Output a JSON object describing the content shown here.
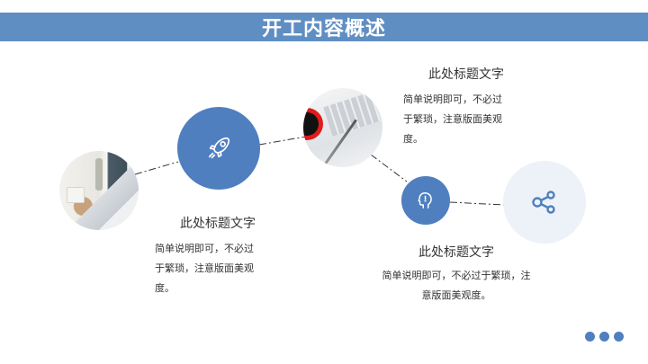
{
  "header": {
    "title": "开工内容概述",
    "background_color": "#5f8ec3"
  },
  "colors": {
    "accent": "#4f7fbf",
    "light_circle": "#edf2f8",
    "text": "#333333"
  },
  "nodes": [
    {
      "type": "photo",
      "icon": "laptop-desk-photo"
    },
    {
      "type": "icon-circle",
      "icon": "rocket-icon"
    },
    {
      "type": "photo",
      "icon": "keyboard-coffee-photo"
    },
    {
      "type": "icon-circle",
      "icon": "idea-head-icon"
    },
    {
      "type": "icon-circle",
      "icon": "share-icon"
    }
  ],
  "blocks": [
    {
      "title": "此处标题文字",
      "desc_lines": [
        "简单说明即可，不必过",
        "于繁琐，注意版面美观",
        "度。"
      ]
    },
    {
      "title": "此处标题文字",
      "desc_lines": [
        "简单说明即可，不必过",
        "于繁琐，注意版面美观",
        "度。"
      ]
    },
    {
      "title": "此处标题文字",
      "desc_lines": [
        "简单说明即可，不必过于繁琐，注",
        "意版面美观度。"
      ]
    }
  ],
  "pagination": {
    "icon": "more-dots-icon",
    "count": 3
  }
}
